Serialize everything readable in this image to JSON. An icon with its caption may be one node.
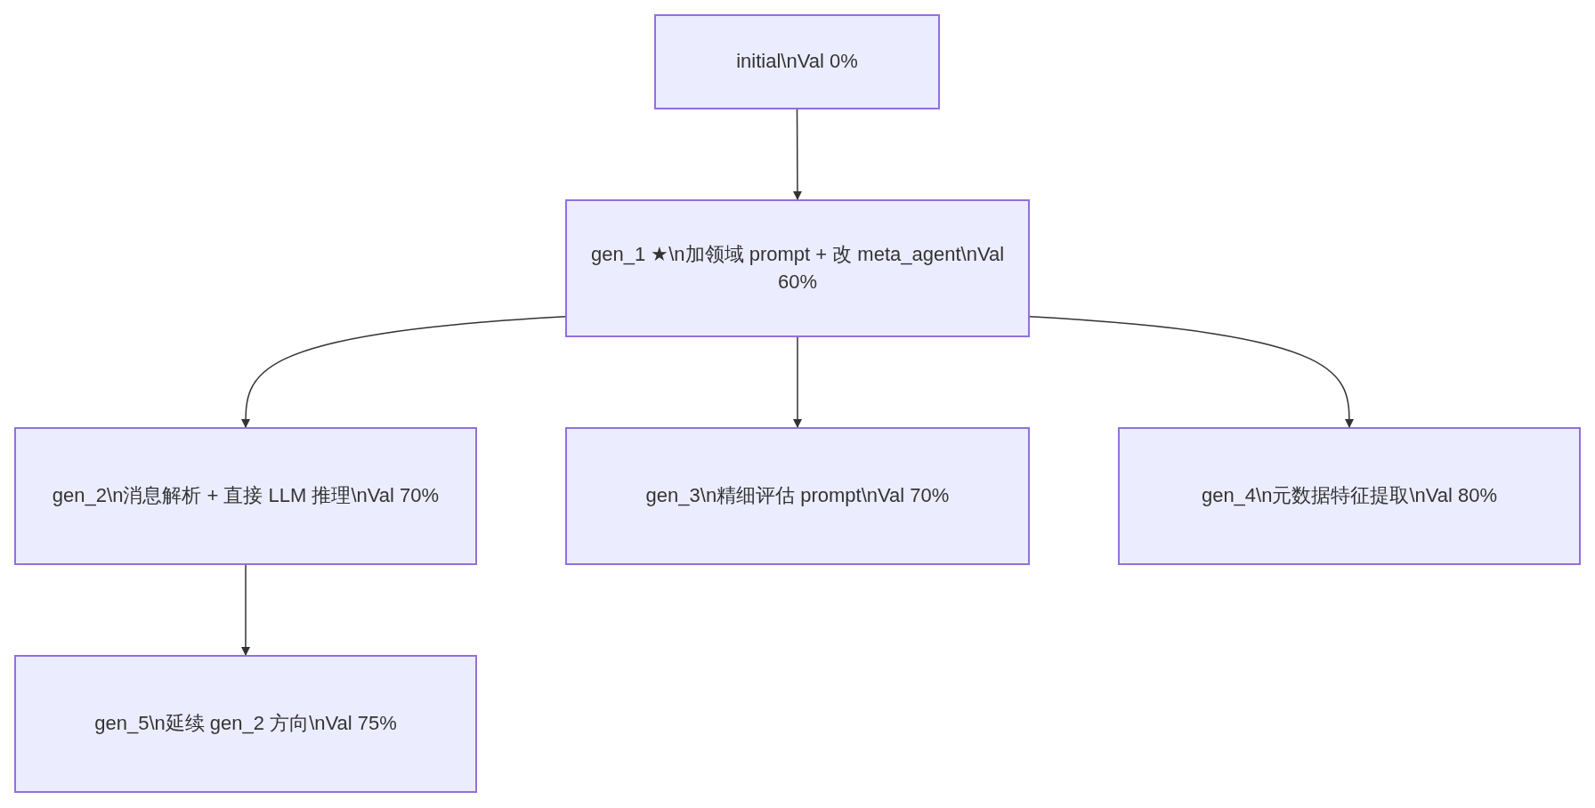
{
  "diagram": {
    "nodes": [
      {
        "text": [
          "initial\\nVal 0%"
        ]
      },
      {
        "text": [
          "gen_1 ★\\n加领域 prompt + 改 meta_agent\\nVal 60%"
        ]
      },
      {
        "text": [
          "gen_2\\n消息解析 + 直接 LLM 推理\\nVal 70%"
        ]
      },
      {
        "text": [
          "gen_3\\n精细评估 prompt\\nVal 70%"
        ]
      },
      {
        "text": [
          "gen_4\\n元数据特征提取\\nVal 80%"
        ]
      },
      {
        "text": [
          "gen_5\\n延续 gen_2 方向\\nVal 75%"
        ]
      }
    ],
    "edges": [
      {
        "from": 0,
        "to": 1,
        "arrow": "to"
      },
      {
        "from": 1,
        "to": 2,
        "arrow": "to"
      },
      {
        "from": 1,
        "to": 3,
        "arrow": "to"
      },
      {
        "from": 1,
        "to": 4,
        "arrow": "to"
      },
      {
        "from": 2,
        "to": 5,
        "arrow": "to"
      }
    ]
  }
}
